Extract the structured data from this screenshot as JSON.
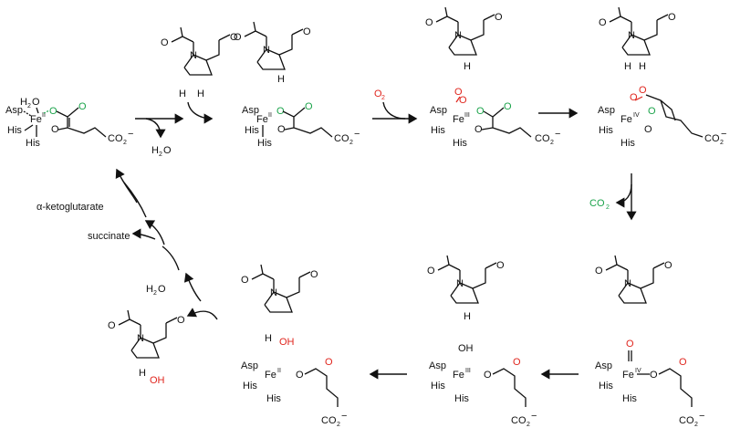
{
  "colors": {
    "oxygen": "#e0261e",
    "substrate_carbonyl": "#1aa34a",
    "ink": "#111111"
  },
  "labels": {
    "asp": "Asp",
    "his": "His",
    "fe": "Fe",
    "ox_ii": "II",
    "ox_iii": "III",
    "ox_iv": "IV",
    "h2o": "H",
    "h2o_sub": "2",
    "h2o_o": "O",
    "o": "O",
    "o2": "O",
    "o2_sub": "2",
    "co2": "CO",
    "co2_sub": "2",
    "co2_minus": "CO",
    "co2_minus_sub": "2",
    "minus": "−",
    "n": "N",
    "h": "H",
    "oh": "OH",
    "alpha_kg": "α-ketoglutarate",
    "succinate": "succinate"
  }
}
